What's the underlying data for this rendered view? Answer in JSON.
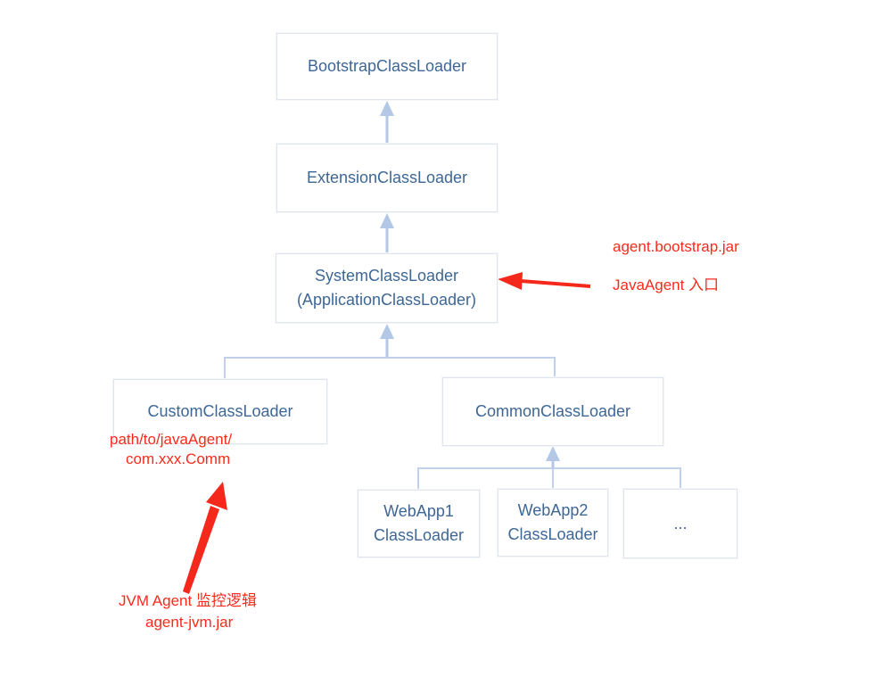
{
  "diagram": {
    "title": "Java ClassLoader hierarchy with JavaAgent annotations",
    "colors": {
      "background": "#ffffff",
      "box_border": "#e0e5ed",
      "box_text": "#3e6795",
      "connector_blue": "#b3c7e6",
      "branch_blue": "#c2d1ea",
      "annotation_red": "#fb2a1c"
    },
    "nodes": {
      "bootstrap": {
        "label": "BootstrapClassLoader"
      },
      "extension": {
        "label": "ExtensionClassLoader"
      },
      "system": {
        "line1": "SystemClassLoader",
        "line2": "(ApplicationClassLoader)"
      },
      "custom": {
        "label": "CustomClassLoader"
      },
      "common": {
        "label": "CommonClassLoader"
      },
      "webapp1": {
        "line1": "WebApp1",
        "line2": "ClassLoader"
      },
      "webapp2": {
        "line1": "WebApp2",
        "line2": "ClassLoader"
      },
      "more": {
        "label": "..."
      }
    },
    "annotations": {
      "agent_bootstrap_jar": "agent.bootstrap.jar",
      "javaagent_entry": "JavaAgent 入口",
      "custom_path_line1": "path/to/javaAgent/",
      "custom_path_line2": "com.xxx.Comm",
      "jvm_agent_line1": "JVM Agent 监控逻辑",
      "jvm_agent_line2": "agent-jvm.jar"
    }
  }
}
